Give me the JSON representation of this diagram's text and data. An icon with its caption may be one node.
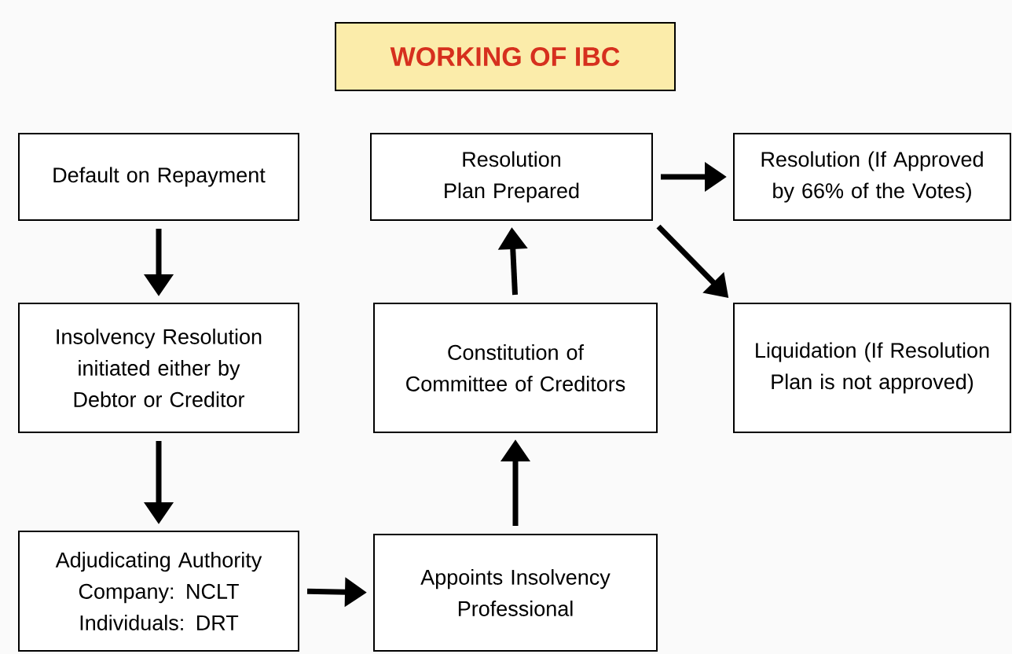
{
  "diagram": {
    "title": "WORKING OF IBC",
    "nodes": [
      {
        "text": [
          "Default on Repayment"
        ]
      },
      {
        "text": [
          "Insolvency Resolution initiated either by Debtor or Creditor"
        ]
      },
      {
        "text": [
          "Adjudicating Authority Company: NCLT Individuals: DRT"
        ]
      },
      {
        "text": [
          "Appoints Insolvency Professional"
        ]
      },
      {
        "text": [
          "Constitution of Committee of Creditors"
        ]
      },
      {
        "text": [
          "Resolution Plan Prepared"
        ]
      },
      {
        "text": [
          "Resolution (If Approved by 66% of the Votes)"
        ]
      },
      {
        "text": [
          "Liquidation (If Resolution Plan is not approved)"
        ]
      }
    ],
    "edges": [
      {
        "from": 0,
        "to": 1,
        "arrow": "to"
      },
      {
        "from": 1,
        "to": 2,
        "arrow": "to"
      },
      {
        "from": 2,
        "to": 3,
        "arrow": "to"
      },
      {
        "from": 3,
        "to": 4,
        "arrow": "to"
      },
      {
        "from": 4,
        "to": 5,
        "arrow": "to"
      },
      {
        "from": 5,
        "to": 6,
        "arrow": "to"
      },
      {
        "from": 5,
        "to": 7,
        "arrow": "to"
      }
    ]
  }
}
